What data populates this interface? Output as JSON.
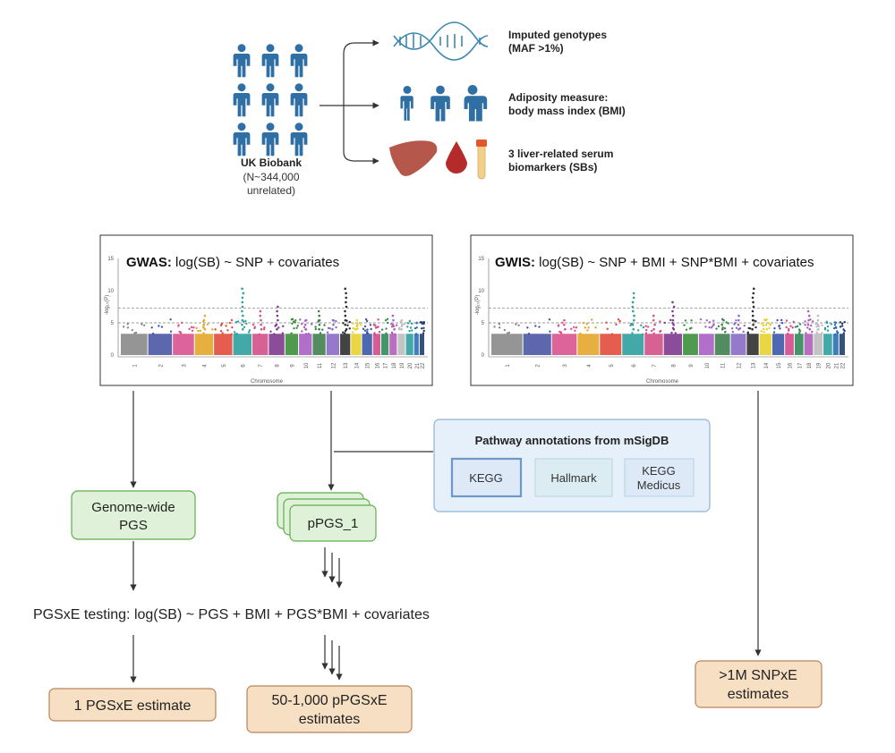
{
  "cohort": {
    "title": "UK Biobank",
    "line2": "(N~344,000",
    "line3": "unrelated)"
  },
  "inputs": [
    {
      "line1": "Imputed genotypes",
      "line2": "(MAF >1%)",
      "icon": "dna-icon"
    },
    {
      "line1": "Adiposity measure:",
      "line2": "body mass index (BMI)",
      "icon": "body-sizes-icon"
    },
    {
      "line1": "3 liver-related serum",
      "line2": "biomarkers (SBs)",
      "icon": "liver-blood-tube-icon"
    }
  ],
  "gwas": {
    "label": "GWAS:",
    "formula": " log(SB) ~ SNP + covariates",
    "xlabel": "Chromosome",
    "ylabel": "-log₁₀(P)",
    "yticks": [
      "15",
      "10",
      "5",
      "0"
    ],
    "chromosomes": [
      "1",
      "2",
      "3",
      "4",
      "5",
      "6",
      "7",
      "8",
      "9",
      "10",
      "11",
      "12",
      "13",
      "14",
      "15",
      "16",
      "17",
      "18",
      "19",
      "20",
      "21",
      "22"
    ]
  },
  "gwis": {
    "label": "GWIS:",
    "formula": " log(SB) ~ SNP + BMI + SNP*BMI + covariates",
    "xlabel": "Chromosome",
    "ylabel": "-log₁₀(P)",
    "yticks": [
      "15",
      "10",
      "5",
      "0"
    ],
    "chromosomes": [
      "1",
      "2",
      "3",
      "4",
      "5",
      "6",
      "7",
      "8",
      "9",
      "10",
      "11",
      "12",
      "13",
      "14",
      "15",
      "16",
      "17",
      "18",
      "19",
      "20",
      "21",
      "22"
    ]
  },
  "pathways": {
    "title": "Pathway annotations from mSigDB",
    "kegg": "KEGG",
    "hallmark": "Hallmark",
    "medicus_line1": "KEGG",
    "medicus_line2": "Medicus"
  },
  "genome_pgs": {
    "line1": "Genome-wide",
    "line2": "PGS"
  },
  "ppgs": {
    "label": "pPGS_1"
  },
  "testing": {
    "text": "PGSxE testing: log(SB) ~ PGS + BMI + PGS*BMI + covariates"
  },
  "outputs": {
    "one": "1 PGSxE estimate",
    "many_line1": "50-1,000 pPGSxE",
    "many_line2": "estimates",
    "snp_line1": ">1M SNPxE",
    "snp_line2": "estimates"
  },
  "colors": {
    "people": "#2f6fa3",
    "green_fill": "#dff1d8",
    "green_stroke": "#5fae4b",
    "tan_fill": "#f7dfc4",
    "tan_stroke": "#b8845a",
    "blue_panel": "#e6f0fa",
    "blue_stroke": "#8fb2d6"
  }
}
